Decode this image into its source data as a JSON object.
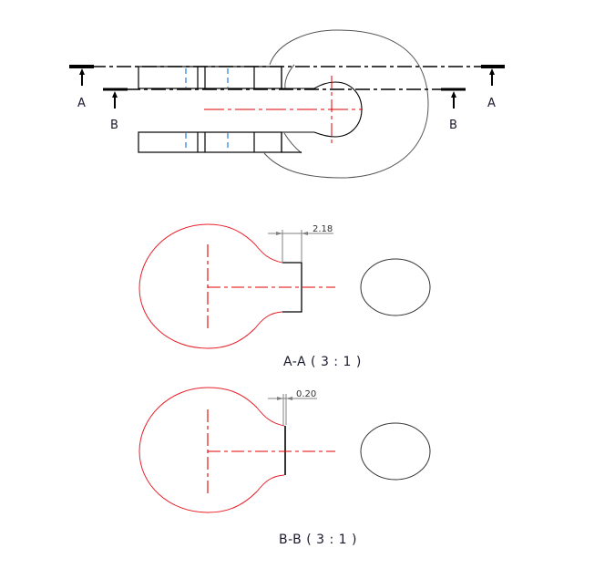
{
  "drawing": {
    "section_markers": {
      "a_left": "A",
      "a_right": "A",
      "b_left": "B",
      "b_right": "B"
    },
    "views": [
      {
        "id": "section-a-a",
        "caption": "A-A ( 3 : 1 )",
        "dimension": "2.18"
      },
      {
        "id": "section-b-b",
        "caption": "B-B ( 3 : 1 )",
        "dimension": "0.20"
      }
    ],
    "colors": {
      "outline": "#000000",
      "section_profile": "#e8202a",
      "centerline": "#e00000",
      "hidden_line": "#1f7fe0",
      "dimension": "#808080",
      "thin_curve": "#555555"
    }
  }
}
